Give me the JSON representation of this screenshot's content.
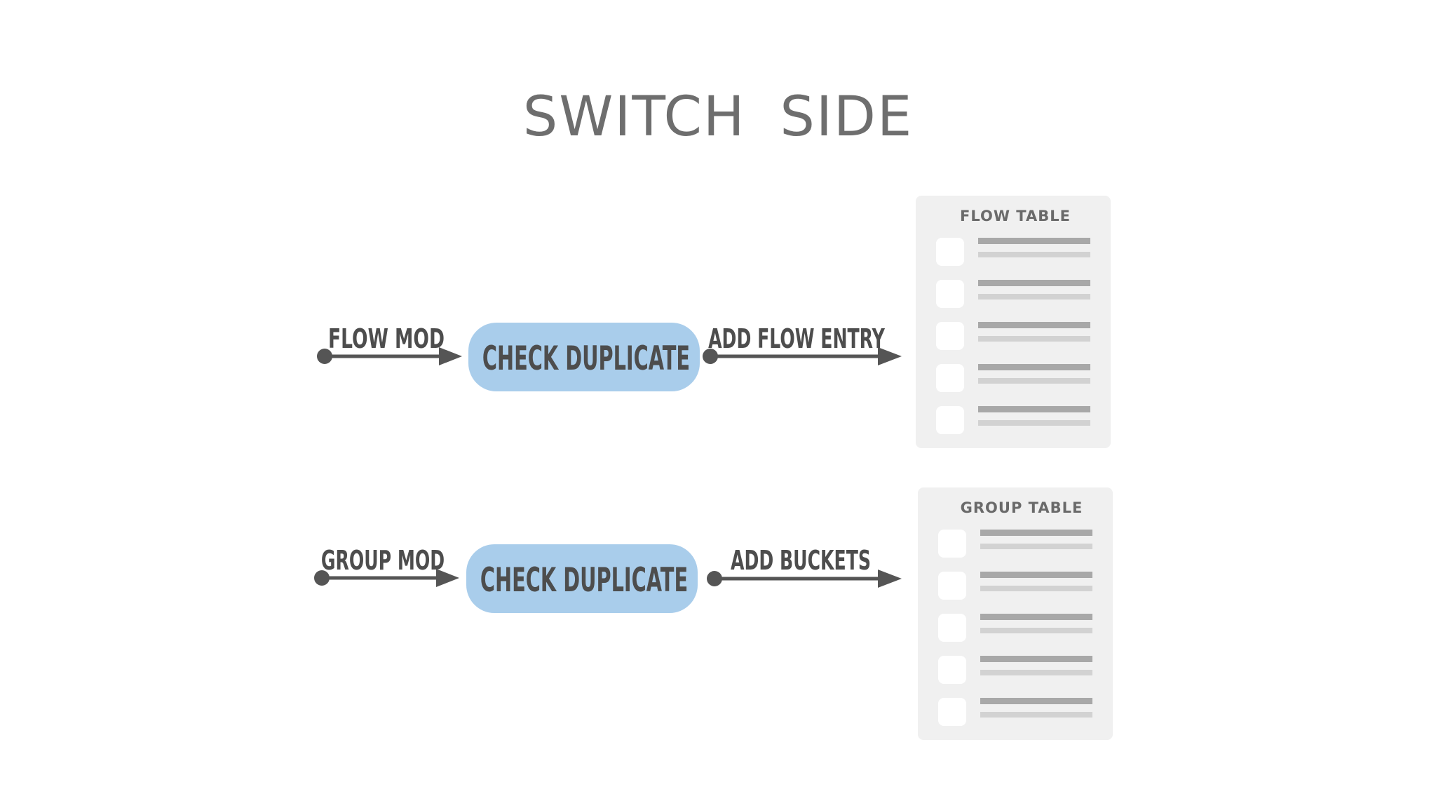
{
  "title": "SWITCH  SIDE",
  "colors": {
    "process_fill": "#a9cdeb",
    "arrow": "#555555",
    "label_text": "#4d4d4d",
    "table_bg": "#f0f0f0",
    "row_line_dark": "#a8a8a8",
    "row_line_light": "#d2d2d2",
    "checkbox": "#ffffff"
  },
  "flows": [
    {
      "input_label": "FLOW MOD",
      "process_label": "CHECK DUPLICATE",
      "output_label": "ADD FLOW ENTRY",
      "table_title": "FLOW TABLE",
      "table_rows": 5
    },
    {
      "input_label": "GROUP MOD",
      "process_label": "CHECK DUPLICATE",
      "output_label": "ADD BUCKETS",
      "table_title": "GROUP TABLE",
      "table_rows": 5
    }
  ]
}
